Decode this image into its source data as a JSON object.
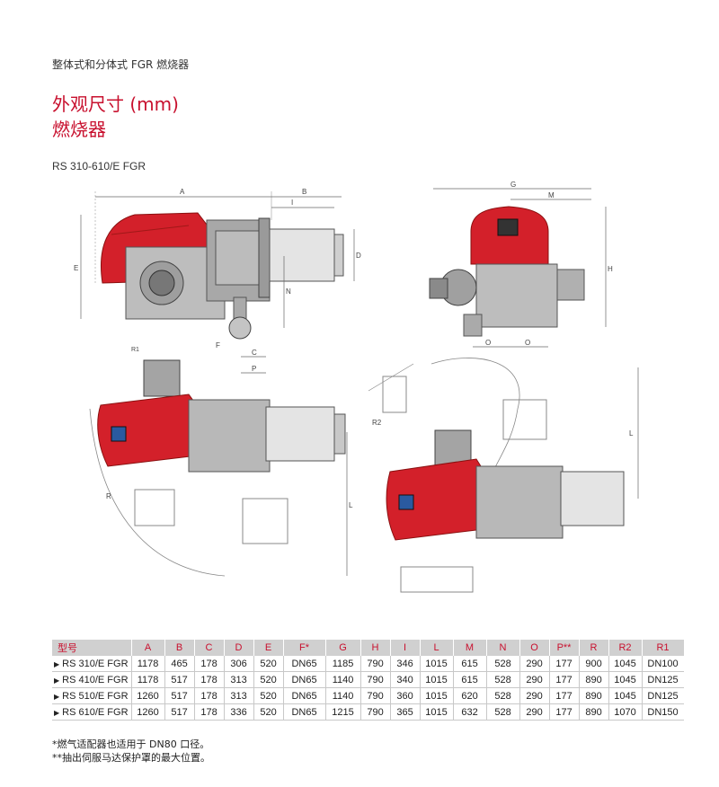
{
  "header": {
    "subtitle": "整体式和分体式 FGR 燃烧器",
    "title_line1": "外观尺寸 (mm)",
    "title_line2": "燃烧器",
    "model_range": "RS 310-610/E FGR"
  },
  "drawing_labels": {
    "A": "A",
    "B": "B",
    "C": "C",
    "D": "D",
    "E": "E",
    "F": "F",
    "G": "G",
    "H": "H",
    "I": "I",
    "L": "L",
    "M": "M",
    "N": "N",
    "O": "O",
    "P": "P",
    "R": "R",
    "R1": "R1",
    "R2": "R2"
  },
  "table": {
    "headers": [
      "型号",
      "A",
      "B",
      "C",
      "D",
      "E",
      "F*",
      "G",
      "H",
      "I",
      "L",
      "M",
      "N",
      "O",
      "P**",
      "R",
      "R2",
      "R1"
    ],
    "rows": [
      [
        "RS 310/E FGR",
        "1178",
        "465",
        "178",
        "306",
        "520",
        "DN65",
        "1185",
        "790",
        "346",
        "1015",
        "615",
        "528",
        "290",
        "177",
        "900",
        "1045",
        "DN100"
      ],
      [
        "RS 410/E FGR",
        "1178",
        "517",
        "178",
        "313",
        "520",
        "DN65",
        "1140",
        "790",
        "340",
        "1015",
        "615",
        "528",
        "290",
        "177",
        "890",
        "1045",
        "DN125"
      ],
      [
        "RS 510/E FGR",
        "1260",
        "517",
        "178",
        "313",
        "520",
        "DN65",
        "1140",
        "790",
        "360",
        "1015",
        "620",
        "528",
        "290",
        "177",
        "890",
        "1045",
        "DN125"
      ],
      [
        "RS 610/E FGR",
        "1260",
        "517",
        "178",
        "336",
        "520",
        "DN65",
        "1215",
        "790",
        "365",
        "1015",
        "632",
        "528",
        "290",
        "177",
        "890",
        "1070",
        "DN150"
      ]
    ]
  },
  "notes": {
    "note1": "*燃气适配器也适用于 DN80 口径。",
    "note2": "**抽出伺服马达保护罩的最大位置。"
  },
  "colors": {
    "accent": "#c8102e",
    "burner_red": "#d3202a",
    "table_header_bg": "#d0d0d0"
  }
}
